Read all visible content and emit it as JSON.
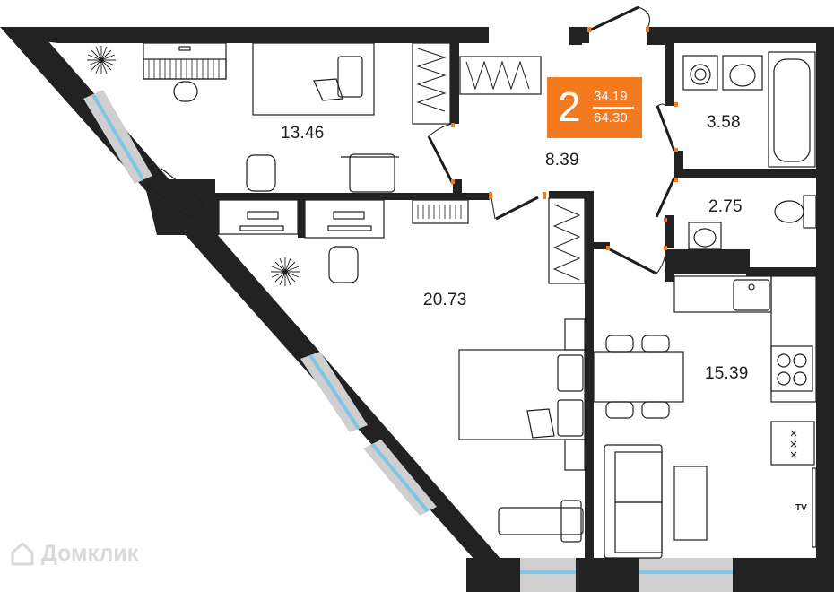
{
  "badge": {
    "rooms": "2",
    "living_area": "34.19",
    "total_area": "64.30",
    "color": "#f47a20"
  },
  "rooms": [
    {
      "label": "13.46"
    },
    {
      "label": "8.39"
    },
    {
      "label": "3.58"
    },
    {
      "label": "2.75"
    },
    {
      "label": "20.73"
    },
    {
      "label": "15.39"
    }
  ],
  "tv_label": "TV",
  "watermark": {
    "text": "Домклик",
    "icon": "house-logo-icon"
  },
  "colors": {
    "wall": "#222222",
    "window": "#cfcfcf",
    "glass": "#7fc6e6",
    "door_hinge": "#f47a20",
    "line": "#1e1e1e"
  }
}
